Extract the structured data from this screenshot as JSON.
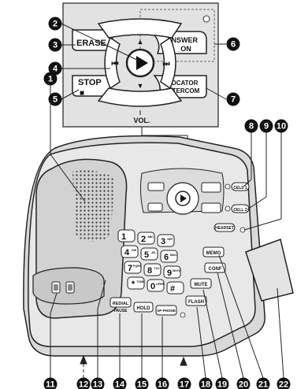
{
  "inset": {
    "erase": "ERASE",
    "stop": "STOP",
    "answer": "ANSWER",
    "on": "ON",
    "locator": "LOCATOR",
    "intercom": "INTERCOM",
    "vol": "VOL.",
    "up": "▲",
    "down": "▼",
    "rew": "⏮",
    "ff": "⏭",
    "stop_sq": "■"
  },
  "base": {
    "cell1": "CELL 1",
    "cell2": "CELL 2",
    "headset": "HEADSET",
    "memo": "MEMO",
    "conf": "CONF",
    "mute": "MUTE",
    "flash": "FLASH",
    "redial": "REDIAL",
    "pause": "PAUSE",
    "hold": "HOLD",
    "speaker": "SP-PHONE",
    "keys": [
      "1",
      "2",
      "3",
      "4",
      "5",
      "6",
      "7",
      "8",
      "9",
      "*",
      "0",
      "#"
    ],
    "subs": [
      "",
      "ABC",
      "DEF",
      "GHI",
      "JKL",
      "MNO",
      "PQRS",
      "TUV",
      "WXYZ",
      "TONE",
      "OPER",
      ""
    ]
  },
  "callouts": [
    "1",
    "2",
    "3",
    "4",
    "5",
    "6",
    "7",
    "8",
    "9",
    "10",
    "11",
    "12",
    "13",
    "14",
    "15",
    "16",
    "17",
    "18",
    "19",
    "20",
    "21",
    "22"
  ]
}
